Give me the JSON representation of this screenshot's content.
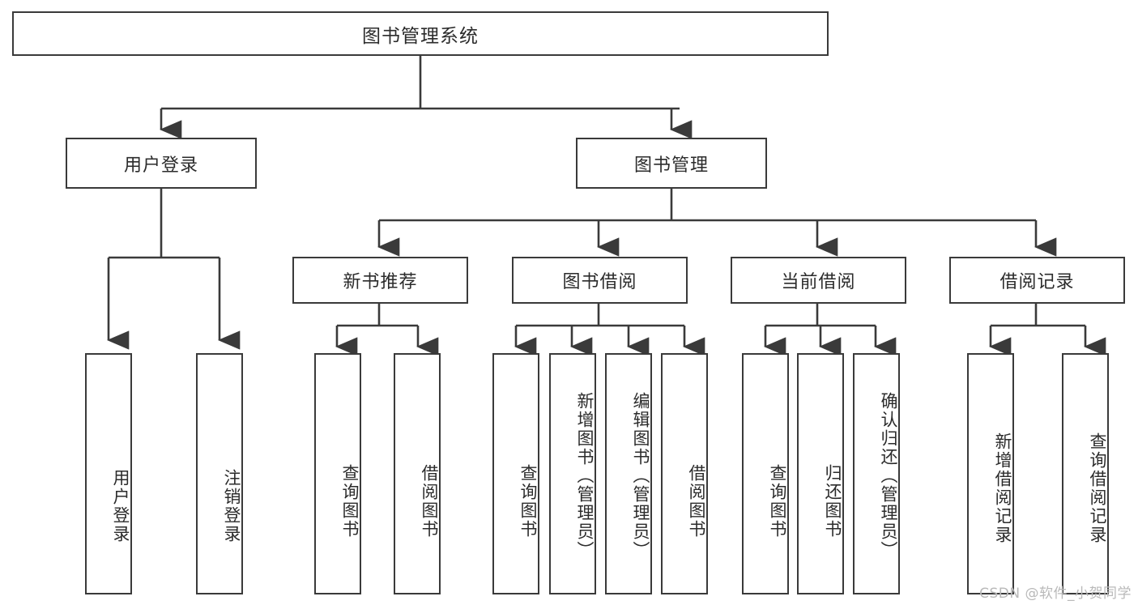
{
  "diagram": {
    "type": "tree-hierarchy-diagram",
    "title": "图书管理系统",
    "watermark": "CSDN @软件_小贺同学",
    "colors": {
      "box_border": "#3a3a3a",
      "box_fill": "#ffffff",
      "connector": "#3a3a3a",
      "text": "#2b2b2b",
      "watermark": "#b9b9b9",
      "background": "#ffffff"
    },
    "root": {
      "label": "图书管理系统"
    },
    "level2": [
      {
        "label": "用户登录"
      },
      {
        "label": "图书管理"
      }
    ],
    "level3": [
      {
        "label": "新书推荐"
      },
      {
        "label": "图书借阅"
      },
      {
        "label": "当前借阅"
      },
      {
        "label": "借阅记录"
      }
    ],
    "leaves": {
      "user_login": [
        {
          "label": "用户登录"
        },
        {
          "label": "注销登录"
        }
      ],
      "new_book_recommend": [
        {
          "label": "查询图书"
        },
        {
          "label": "借阅图书"
        }
      ],
      "book_borrow": [
        {
          "label": "查询图书"
        },
        {
          "label": "新增图书（管理员）"
        },
        {
          "label": "编辑图书（管理员）"
        },
        {
          "label": "借阅图书"
        }
      ],
      "current_borrow": [
        {
          "label": "查询图书"
        },
        {
          "label": "归还图书"
        },
        {
          "label": "确认归还（管理员）"
        }
      ],
      "borrow_record": [
        {
          "label": "新增借阅记录"
        },
        {
          "label": "查询借阅记录"
        }
      ]
    }
  }
}
